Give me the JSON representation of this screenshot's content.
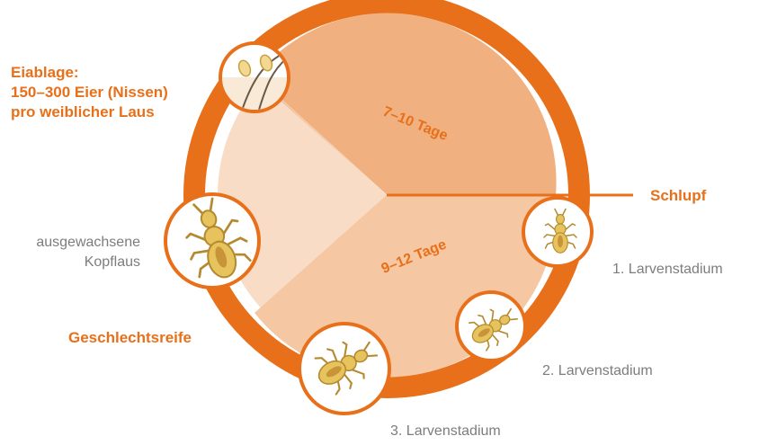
{
  "labels": {
    "egg_laying": {
      "line1": "Eiablage:",
      "line2": "150–300 Eier (Nissen)",
      "line3": "pro weiblicher Laus"
    },
    "hatching": "Schlupf",
    "larva1": "1. Larvenstadium",
    "larva2": "2. Larvenstadium",
    "larva3": "3. Larvenstadium",
    "maturity": "Geschlechtsreife",
    "adult": {
      "line1": "ausgewachsene",
      "line2": "Kopflaus"
    }
  },
  "segments": {
    "egg_period": "7–10 Tage",
    "larva_period": "9–12 Tage"
  },
  "colors": {
    "ring": "#e8701a",
    "egg_wedge": "#f0b080",
    "larva_wedge": "#f5c7a2",
    "adult_wedge": "#f8dcc5",
    "label_orange": "#e8701a",
    "label_grey": "#7d7d7d",
    "louse_body": "#e6c35c",
    "louse_outline": "#b48a30"
  },
  "icons": {
    "egg": "nit-egg-icon",
    "larva": "louse-larva-icon",
    "adult": "adult-louse-icon"
  }
}
